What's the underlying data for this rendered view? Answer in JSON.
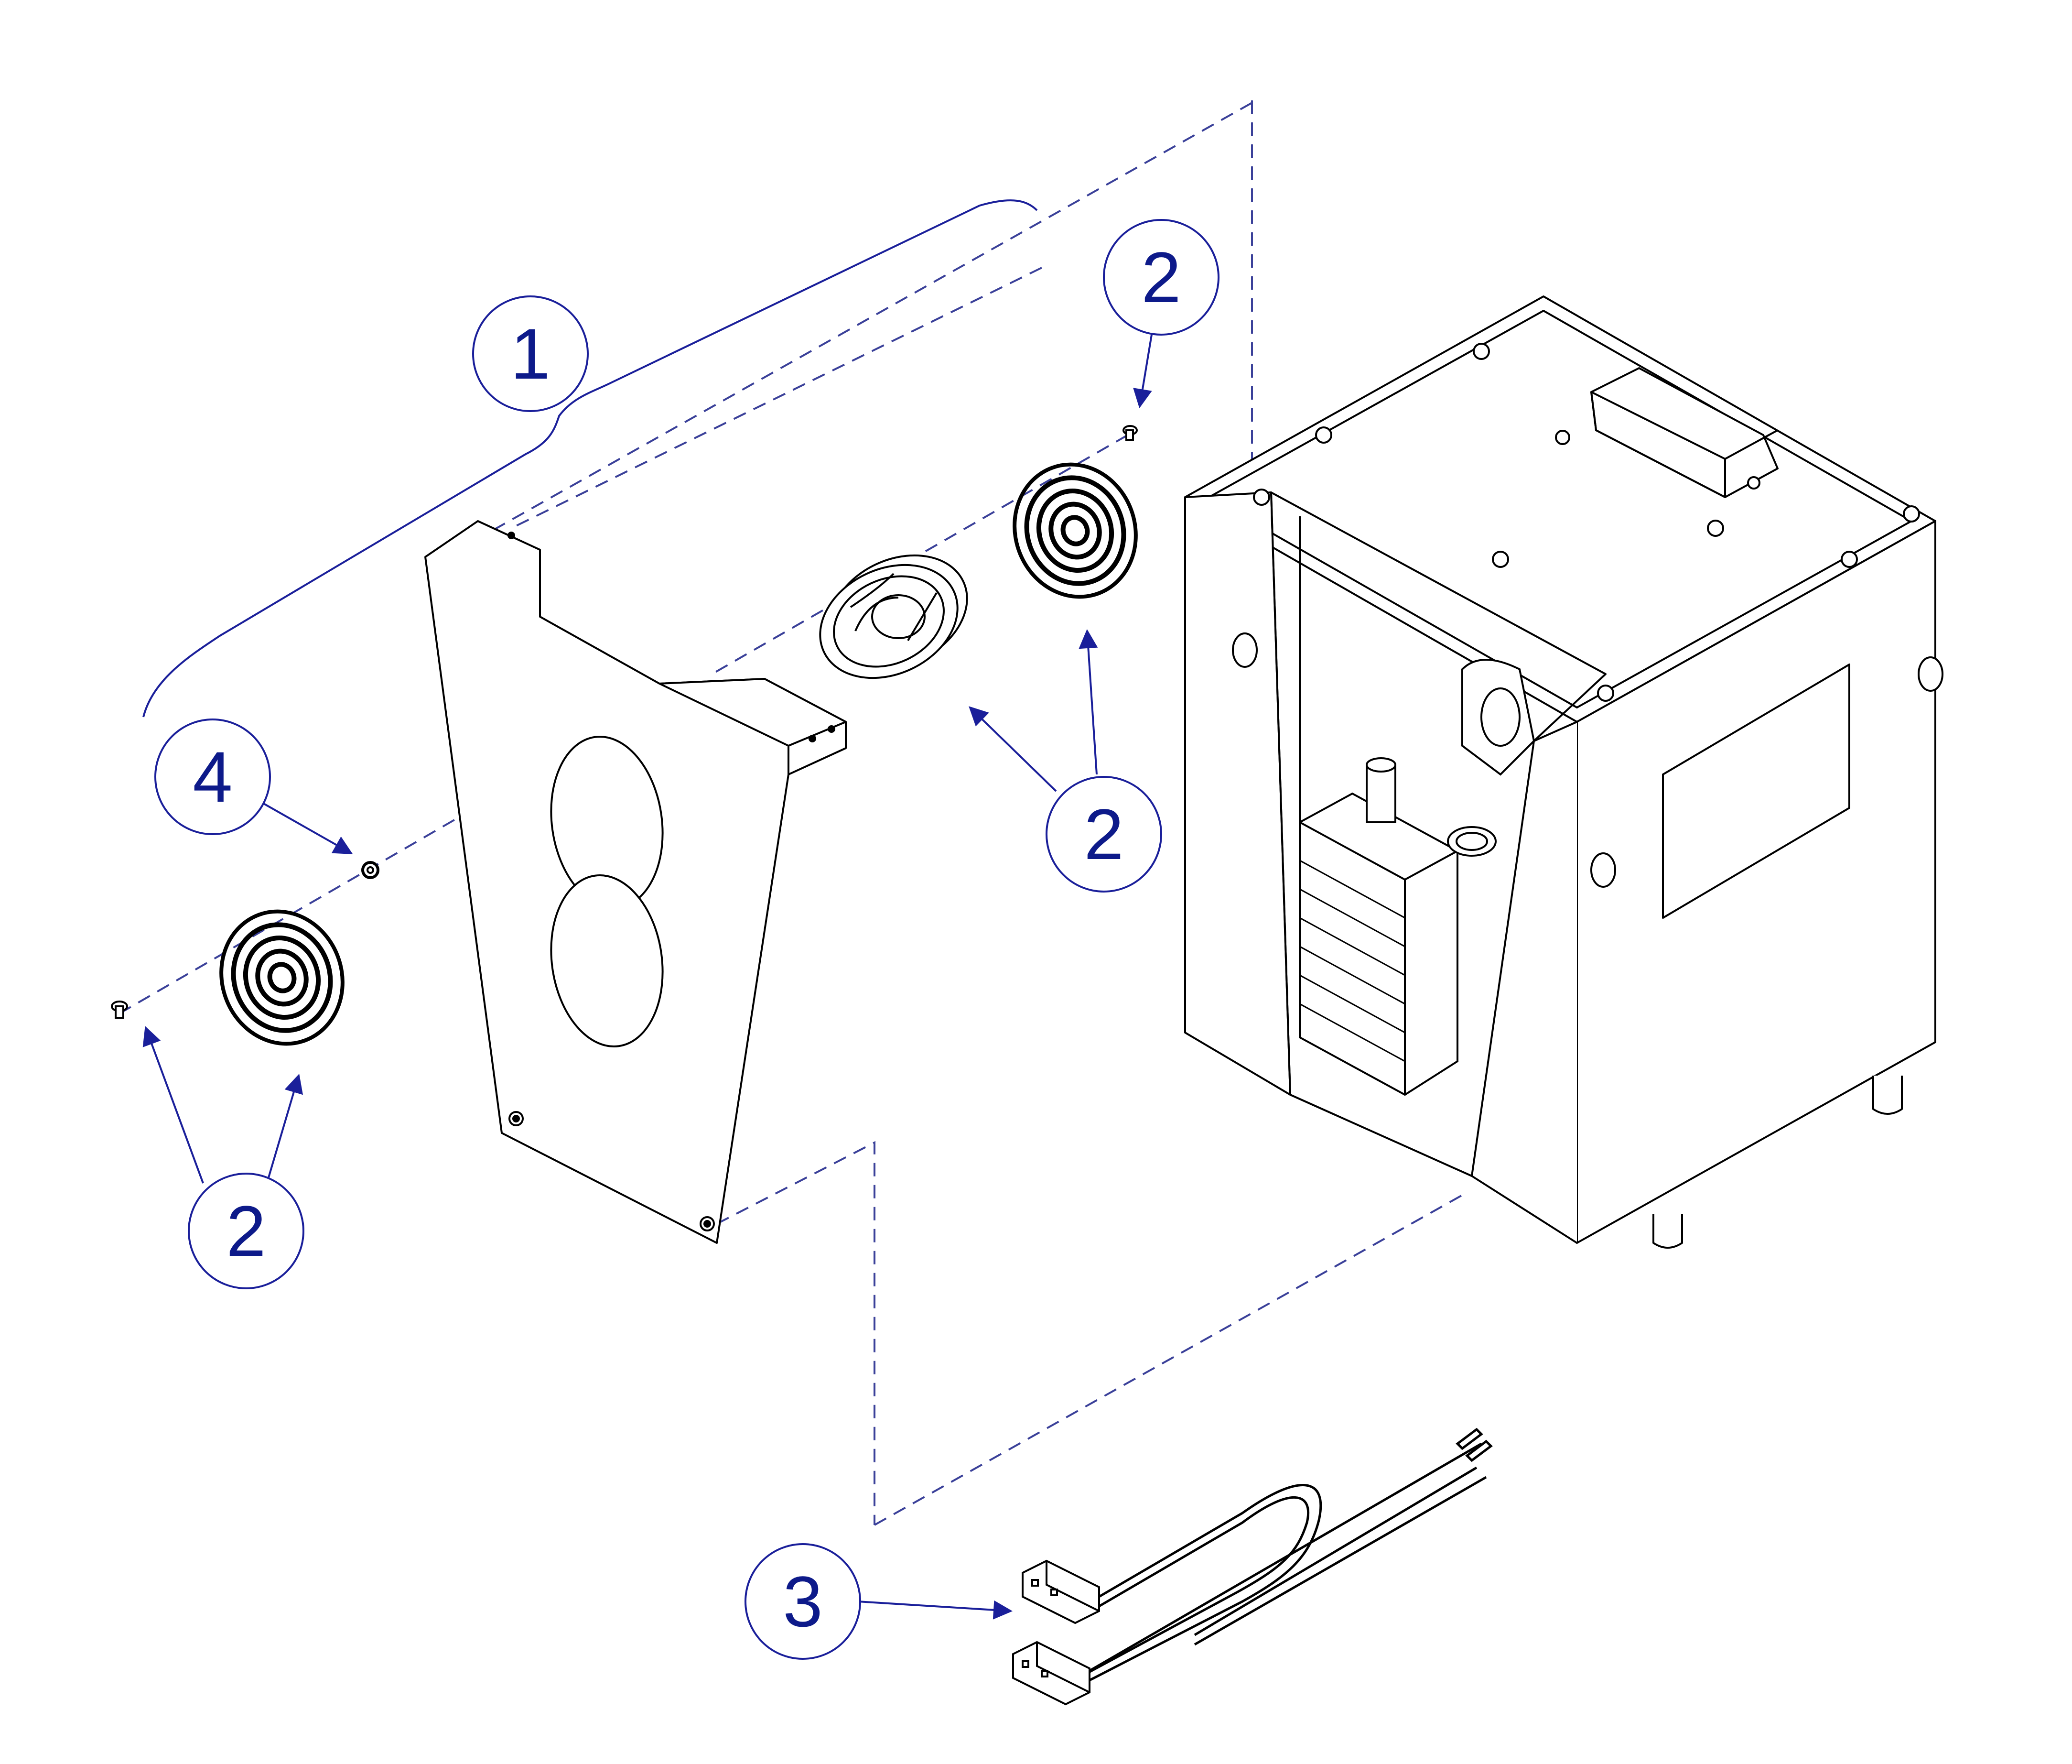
{
  "labels": {
    "callout_1": "1",
    "callout_2_top": "2",
    "callout_2_middle": "2",
    "callout_2_bottom": "2",
    "callout_3": "3",
    "callout_4": "4"
  },
  "colors": {
    "callout": "#0d1a8a",
    "leader": "#1a1f9a",
    "line": "#000000",
    "dashed": "#3a4099"
  }
}
